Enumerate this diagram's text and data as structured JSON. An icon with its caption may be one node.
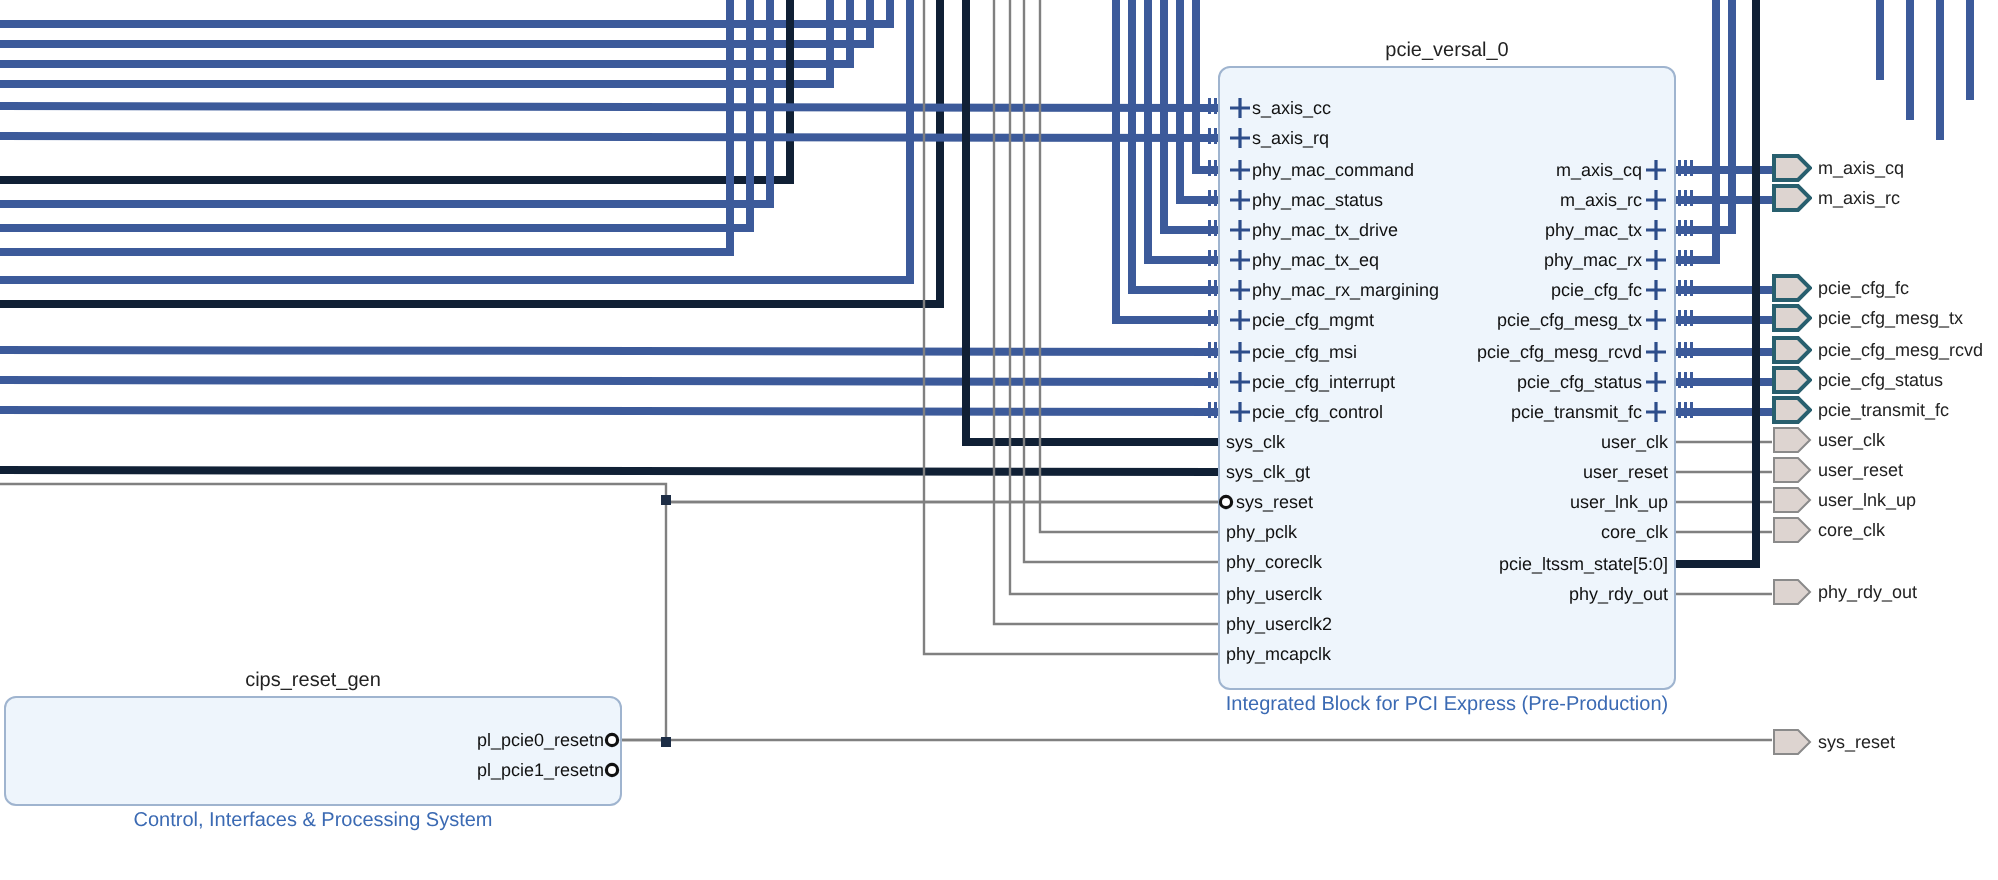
{
  "diagram": {
    "nodes": [
      {
        "text": [
          "pcie_versal_0"
        ],
        "beside": [
          "Integrated Block for PCI Express (Pre-Production)"
        ]
      },
      {
        "text": [
          "s_axis_cc"
        ],
        "in": 0
      },
      {
        "text": [
          "s_axis_rq"
        ],
        "in": 0
      },
      {
        "text": [
          "phy_mac_command"
        ],
        "in": 0
      },
      {
        "text": [
          "phy_mac_status"
        ],
        "in": 0
      },
      {
        "text": [
          "phy_mac_tx_drive"
        ],
        "in": 0
      },
      {
        "text": [
          "phy_mac_tx_eq"
        ],
        "in": 0
      },
      {
        "text": [
          "phy_mac_rx_margining"
        ],
        "in": 0
      },
      {
        "text": [
          "pcie_cfg_mgmt"
        ],
        "in": 0
      },
      {
        "text": [
          "pcie_cfg_msi"
        ],
        "in": 0
      },
      {
        "text": [
          "pcie_cfg_interrupt"
        ],
        "in": 0
      },
      {
        "text": [
          "pcie_cfg_control"
        ],
        "in": 0
      },
      {
        "text": [
          "sys_clk"
        ],
        "in": 0
      },
      {
        "text": [
          "sys_clk_gt"
        ],
        "in": 0
      },
      {
        "text": [
          "sys_reset"
        ],
        "in": 0
      },
      {
        "text": [
          "phy_pclk"
        ],
        "in": 0
      },
      {
        "text": [
          "phy_coreclk"
        ],
        "in": 0
      },
      {
        "text": [
          "phy_userclk"
        ],
        "in": 0
      },
      {
        "text": [
          "phy_userclk2"
        ],
        "in": 0
      },
      {
        "text": [
          "phy_mcapclk"
        ],
        "in": 0
      },
      {
        "text": [
          "m_axis_cq"
        ],
        "in": 0
      },
      {
        "text": [
          "m_axis_rc"
        ],
        "in": 0
      },
      {
        "text": [
          "phy_mac_tx"
        ],
        "in": 0
      },
      {
        "text": [
          "phy_mac_rx"
        ],
        "in": 0
      },
      {
        "text": [
          "pcie_cfg_fc"
        ],
        "in": 0
      },
      {
        "text": [
          "pcie_cfg_mesg_tx"
        ],
        "in": 0
      },
      {
        "text": [
          "pcie_cfg_mesg_rcvd"
        ],
        "in": 0
      },
      {
        "text": [
          "pcie_cfg_status"
        ],
        "in": 0
      },
      {
        "text": [
          "pcie_transmit_fc"
        ],
        "in": 0
      },
      {
        "text": [
          "user_clk"
        ],
        "in": 0
      },
      {
        "text": [
          "user_reset"
        ],
        "in": 0
      },
      {
        "text": [
          "user_lnk_up"
        ],
        "in": 0
      },
      {
        "text": [
          "core_clk"
        ],
        "in": 0
      },
      {
        "text": [
          "pcie_ltssm_state[5:0]"
        ],
        "in": 0
      },
      {
        "text": [
          "phy_rdy_out"
        ],
        "in": 0
      },
      {
        "text": [
          "m_axis_cq"
        ]
      },
      {
        "text": [
          "m_axis_rc"
        ]
      },
      {
        "text": [
          "pcie_cfg_fc"
        ]
      },
      {
        "text": [
          "pcie_cfg_mesg_tx"
        ]
      },
      {
        "text": [
          "pcie_cfg_mesg_rcvd"
        ]
      },
      {
        "text": [
          "pcie_cfg_status"
        ]
      },
      {
        "text": [
          "pcie_transmit_fc"
        ]
      },
      {
        "text": [
          "user_clk"
        ]
      },
      {
        "text": [
          "user_reset"
        ]
      },
      {
        "text": [
          "user_lnk_up"
        ]
      },
      {
        "text": [
          "core_clk"
        ]
      },
      {
        "text": [
          "phy_rdy_out"
        ]
      },
      {
        "text": [
          "sys_reset"
        ]
      },
      {
        "text": [
          "cips_reset_gen"
        ],
        "beside": [
          "Control, Interfaces & Processing System"
        ]
      },
      {
        "text": [
          "pl_pcie0_resetn"
        ],
        "in": 48
      },
      {
        "text": [
          "pl_pcie1_resetn"
        ],
        "in": 48
      }
    ],
    "edges": [
      {
        "from": null,
        "to": 1,
        "arrow": "none"
      },
      {
        "from": null,
        "to": 2,
        "arrow": "none"
      },
      {
        "from": null,
        "to": 3,
        "arrow": "none"
      },
      {
        "from": null,
        "to": 4,
        "arrow": "none"
      },
      {
        "from": null,
        "to": 5,
        "arrow": "none"
      },
      {
        "from": null,
        "to": 6,
        "arrow": "none"
      },
      {
        "from": null,
        "to": 7,
        "arrow": "none"
      },
      {
        "from": null,
        "to": 8,
        "arrow": "none"
      },
      {
        "from": null,
        "to": 9,
        "arrow": "none"
      },
      {
        "from": null,
        "to": 10,
        "arrow": "none"
      },
      {
        "from": null,
        "to": 11,
        "arrow": "none"
      },
      {
        "from": null,
        "to": 12,
        "arrow": "none",
        "color": "#102035"
      },
      {
        "from": null,
        "to": 13,
        "arrow": "none",
        "color": "#102035"
      },
      {
        "from": null,
        "to": 15,
        "arrow": "none",
        "color": "#808080"
      },
      {
        "from": null,
        "to": 16,
        "arrow": "none",
        "color": "#808080"
      },
      {
        "from": null,
        "to": 17,
        "arrow": "none",
        "color": "#808080"
      },
      {
        "from": null,
        "to": 18,
        "arrow": "none",
        "color": "#808080"
      },
      {
        "from": null,
        "to": 19,
        "arrow": "none",
        "color": "#808080"
      },
      {
        "from": 20,
        "to": 35,
        "arrow": "none"
      },
      {
        "from": 21,
        "to": 36,
        "arrow": "none"
      },
      {
        "from": 22,
        "to": null,
        "arrow": "none"
      },
      {
        "from": 23,
        "to": null,
        "arrow": "none"
      },
      {
        "from": 24,
        "to": 37,
        "arrow": "none"
      },
      {
        "from": 25,
        "to": 38,
        "arrow": "none"
      },
      {
        "from": 26,
        "to": 39,
        "arrow": "none"
      },
      {
        "from": 27,
        "to": 40,
        "arrow": "none"
      },
      {
        "from": 28,
        "to": 41,
        "arrow": "none"
      },
      {
        "from": 29,
        "to": 42,
        "arrow": "none",
        "color": "#808080"
      },
      {
        "from": 30,
        "to": 43,
        "arrow": "none",
        "color": "#808080"
      },
      {
        "from": 31,
        "to": 44,
        "arrow": "none",
        "color": "#808080"
      },
      {
        "from": 32,
        "to": 45,
        "arrow": "none",
        "color": "#808080"
      },
      {
        "from": 33,
        "to": null,
        "arrow": "none",
        "color": "#102035"
      },
      {
        "from": 34,
        "to": 46,
        "arrow": "none",
        "color": "#808080"
      },
      {
        "from": 49,
        "to": 14,
        "arrow": "none",
        "color": "#808080"
      },
      {
        "from": 49,
        "to": 47,
        "arrow": "none",
        "color": "#808080"
      },
      {
        "from": null,
        "to": 14,
        "arrow": "none",
        "color": "#808080"
      }
    ]
  }
}
